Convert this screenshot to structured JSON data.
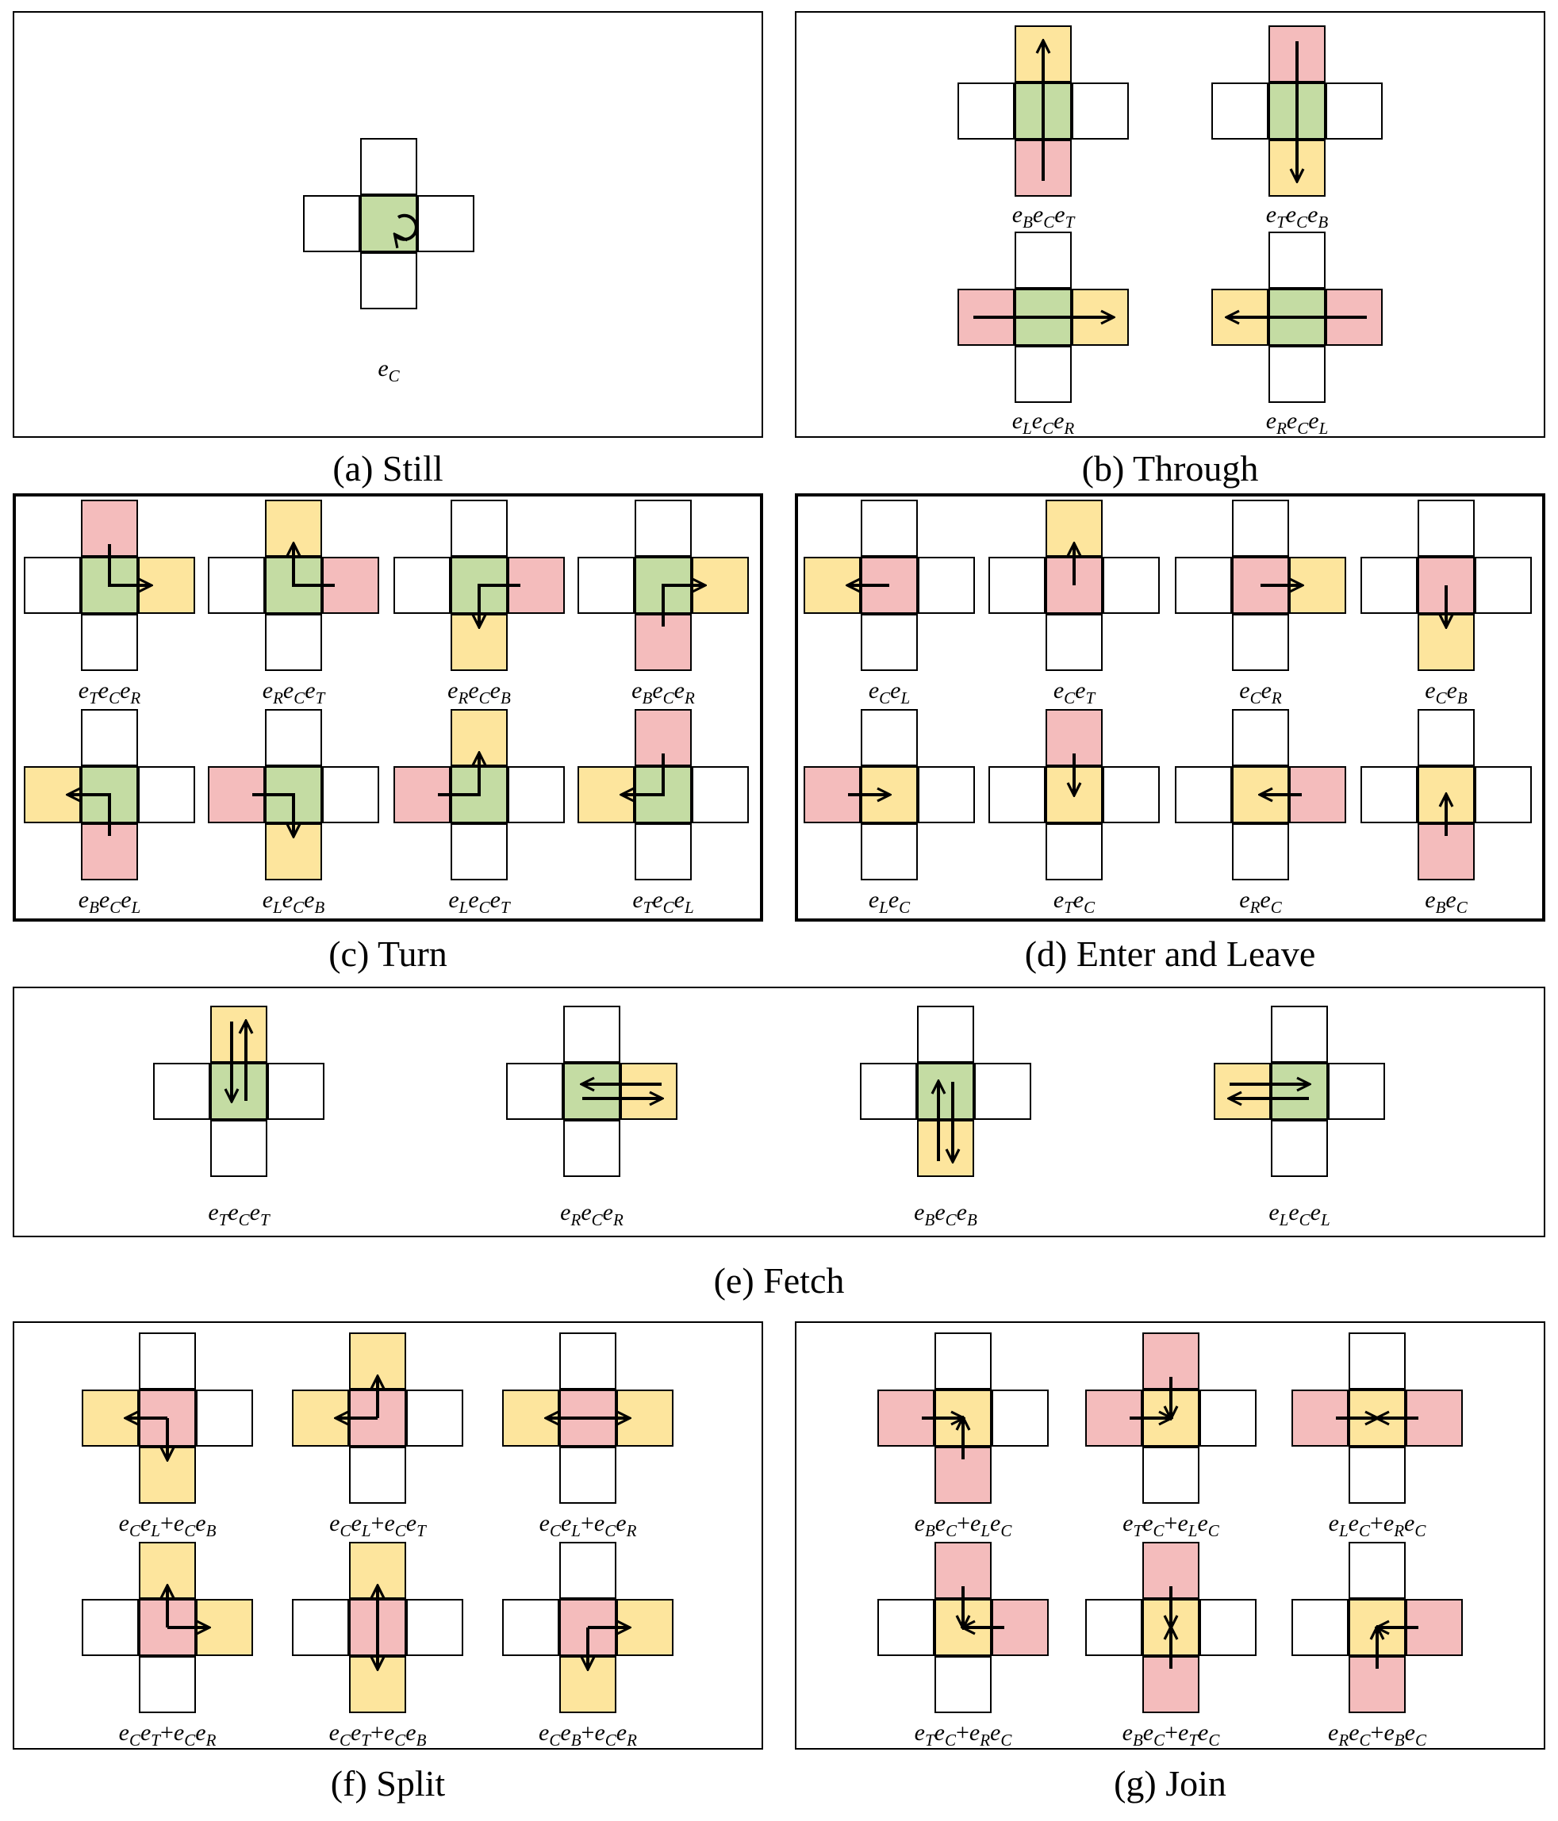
{
  "colors": {
    "green": "#c4dca3",
    "pink": "#f4bcbc",
    "yellow": "#fde59d",
    "white": "#ffffff",
    "stroke": "#000000"
  },
  "panels": [
    {
      "id": "still",
      "caption": "(a) Still",
      "items": [
        {
          "label": "e_C",
          "fills": {
            "C": "green"
          },
          "arrow": "rot"
        }
      ]
    },
    {
      "id": "through",
      "caption": "(b) Through",
      "items": [
        {
          "label": "e_B e_C e_T",
          "fills": {
            "C": "green",
            "T": "yellow",
            "B": "pink"
          },
          "arrow": "B-T"
        },
        {
          "label": "e_T e_C e_B",
          "fills": {
            "C": "green",
            "T": "pink",
            "B": "yellow"
          },
          "arrow": "T-B"
        },
        {
          "label": "e_L e_C e_R",
          "fills": {
            "C": "green",
            "L": "pink",
            "R": "yellow"
          },
          "arrow": "L-R"
        },
        {
          "label": "e_R e_C e_L",
          "fills": {
            "C": "green",
            "L": "yellow",
            "R": "pink"
          },
          "arrow": "R-L"
        }
      ]
    },
    {
      "id": "turn",
      "caption": "(c) Turn",
      "items": [
        {
          "label": "e_T e_C e_R",
          "fills": {
            "C": "green",
            "T": "pink",
            "R": "yellow"
          },
          "arrow": "T-C-R"
        },
        {
          "label": "e_R e_C e_T",
          "fills": {
            "C": "green",
            "R": "pink",
            "T": "yellow"
          },
          "arrow": "R-C-T"
        },
        {
          "label": "e_R e_C e_B",
          "fills": {
            "C": "green",
            "R": "pink",
            "B": "yellow"
          },
          "arrow": "R-C-B"
        },
        {
          "label": "e_B e_C e_R",
          "fills": {
            "C": "green",
            "B": "pink",
            "R": "yellow"
          },
          "arrow": "B-C-R"
        },
        {
          "label": "e_B e_C e_L",
          "fills": {
            "C": "green",
            "B": "pink",
            "L": "yellow"
          },
          "arrow": "B-C-L"
        },
        {
          "label": "e_L e_C e_B",
          "fills": {
            "C": "green",
            "L": "pink",
            "B": "yellow"
          },
          "arrow": "L-C-B"
        },
        {
          "label": "e_L e_C e_T",
          "fills": {
            "C": "green",
            "L": "pink",
            "T": "yellow"
          },
          "arrow": "L-C-T"
        },
        {
          "label": "e_T e_C e_L",
          "fills": {
            "C": "green",
            "T": "pink",
            "L": "yellow"
          },
          "arrow": "T-C-L"
        }
      ]
    },
    {
      "id": "enter-leave",
      "caption": "(d) Enter and Leave",
      "items": [
        {
          "label": "e_C e_L",
          "fills": {
            "C": "pink",
            "L": "yellow"
          },
          "arrow": "C-L"
        },
        {
          "label": "e_C e_T",
          "fills": {
            "C": "pink",
            "T": "yellow"
          },
          "arrow": "C-T"
        },
        {
          "label": "e_C e_R",
          "fills": {
            "C": "pink",
            "R": "yellow"
          },
          "arrow": "C-R"
        },
        {
          "label": "e_C e_B",
          "fills": {
            "C": "pink",
            "B": "yellow"
          },
          "arrow": "C-B"
        },
        {
          "label": "e_L e_C",
          "fills": {
            "C": "yellow",
            "L": "pink"
          },
          "arrow": "L-C"
        },
        {
          "label": "e_T e_C",
          "fills": {
            "C": "yellow",
            "T": "pink"
          },
          "arrow": "T-C"
        },
        {
          "label": "e_R e_C",
          "fills": {
            "C": "yellow",
            "R": "pink"
          },
          "arrow": "R-C"
        },
        {
          "label": "e_B e_C",
          "fills": {
            "C": "yellow",
            "B": "pink"
          },
          "arrow": "B-C"
        }
      ]
    },
    {
      "id": "fetch",
      "caption": "(e) Fetch",
      "items": [
        {
          "label": "e_T e_C e_T",
          "fills": {
            "C": "green",
            "T": "yellow"
          },
          "arrow": "fetch-T"
        },
        {
          "label": "e_R e_C e_R",
          "fills": {
            "C": "green",
            "R": "yellow"
          },
          "arrow": "fetch-R"
        },
        {
          "label": "e_B e_C e_B",
          "fills": {
            "C": "green",
            "B": "yellow"
          },
          "arrow": "fetch-B"
        },
        {
          "label": "e_L e_C e_L",
          "fills": {
            "C": "green",
            "L": "yellow"
          },
          "arrow": "fetch-L"
        }
      ]
    },
    {
      "id": "split",
      "caption": "(f) Split",
      "items": [
        {
          "label": "e_C e_L + e_C e_B",
          "fills": {
            "C": "pink",
            "L": "yellow",
            "B": "yellow"
          },
          "arrow": "split-L-B"
        },
        {
          "label": "e_C e_L + e_C e_T",
          "fills": {
            "C": "pink",
            "L": "yellow",
            "T": "yellow"
          },
          "arrow": "split-L-T"
        },
        {
          "label": "e_C e_L + e_C e_R",
          "fills": {
            "C": "pink",
            "L": "yellow",
            "R": "yellow"
          },
          "arrow": "split-L-R"
        },
        {
          "label": "e_C e_T + e_C e_R",
          "fills": {
            "C": "pink",
            "T": "yellow",
            "R": "yellow"
          },
          "arrow": "split-T-R"
        },
        {
          "label": "e_C e_T + e_C e_B",
          "fills": {
            "C": "pink",
            "T": "yellow",
            "B": "yellow"
          },
          "arrow": "split-T-B"
        },
        {
          "label": "e_C e_B + e_C e_R",
          "fills": {
            "C": "pink",
            "B": "yellow",
            "R": "yellow"
          },
          "arrow": "split-B-R"
        }
      ]
    },
    {
      "id": "join",
      "caption": "(g) Join",
      "items": [
        {
          "label": "e_B e_C + e_L e_C",
          "fills": {
            "C": "yellow",
            "B": "pink",
            "L": "pink"
          },
          "arrow": "join-B-L"
        },
        {
          "label": "e_T e_C + e_L e_C",
          "fills": {
            "C": "yellow",
            "T": "pink",
            "L": "pink"
          },
          "arrow": "join-T-L"
        },
        {
          "label": "e_L e_C + e_R e_C",
          "fills": {
            "C": "yellow",
            "L": "pink",
            "R": "pink"
          },
          "arrow": "join-L-R"
        },
        {
          "label": "e_T e_C + e_R e_C",
          "fills": {
            "C": "yellow",
            "T": "pink",
            "R": "pink"
          },
          "arrow": "join-T-R"
        },
        {
          "label": "e_B e_C + e_T e_C",
          "fills": {
            "C": "yellow",
            "B": "pink",
            "T": "pink"
          },
          "arrow": "join-B-T"
        },
        {
          "label": "e_R e_C + e_B e_C",
          "fills": {
            "C": "yellow",
            "R": "pink",
            "B": "pink"
          },
          "arrow": "join-R-B"
        }
      ]
    }
  ]
}
